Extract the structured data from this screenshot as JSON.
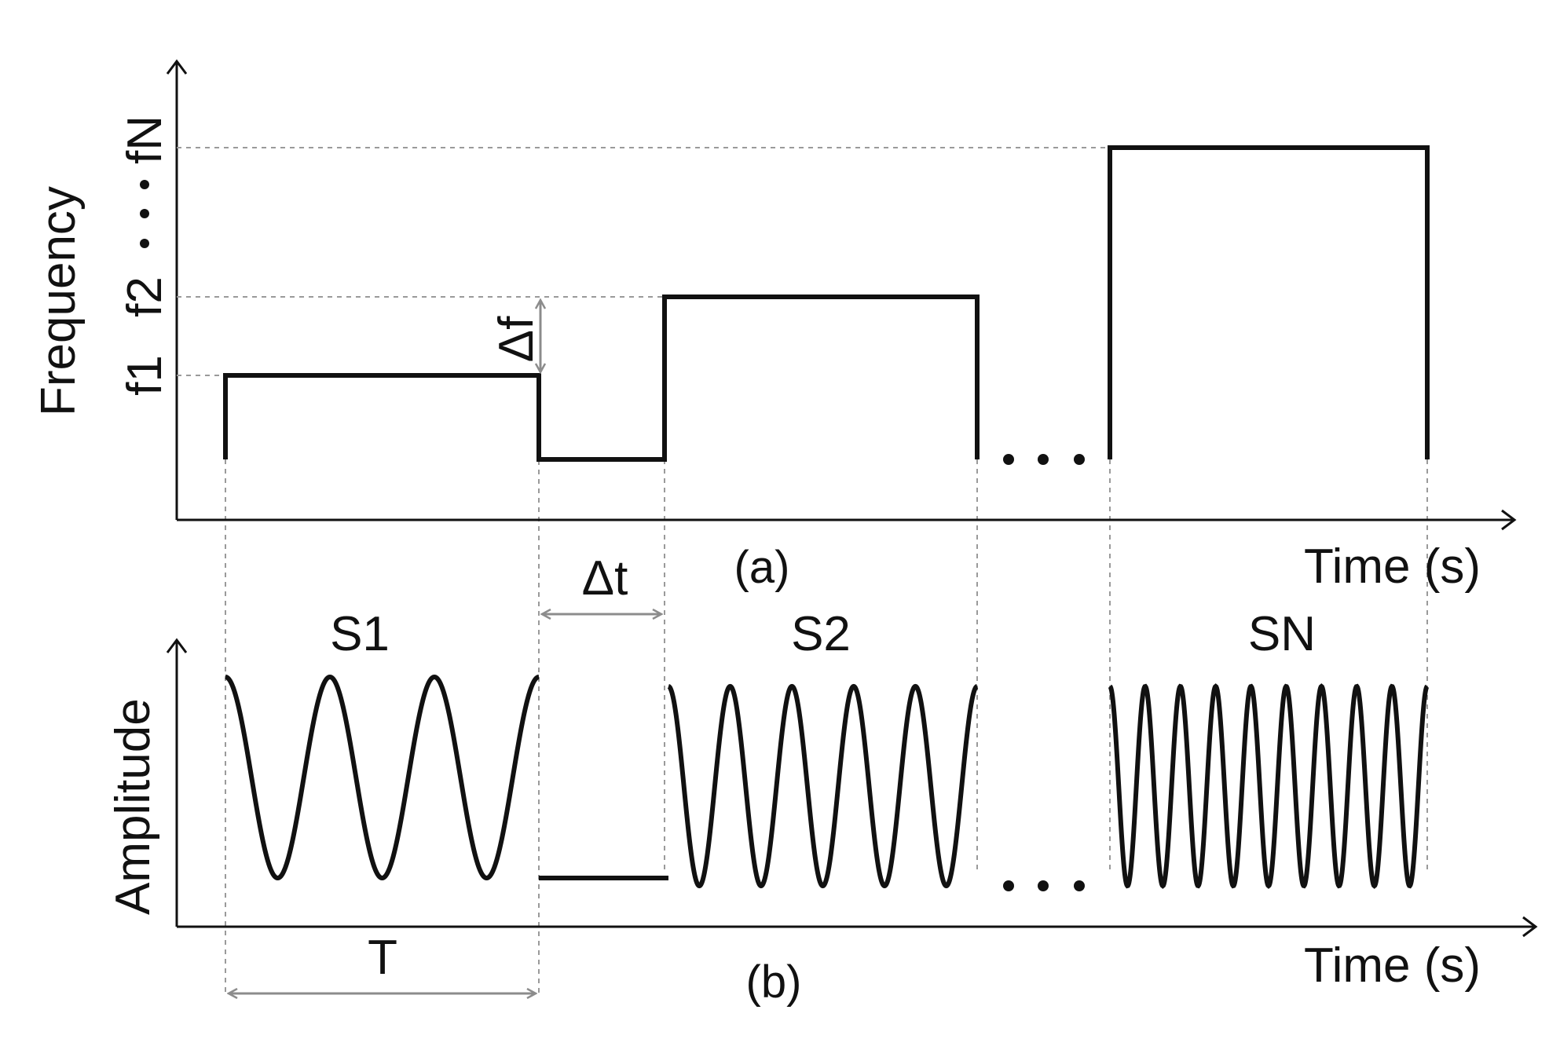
{
  "panel_a": {
    "y_axis_label": "Frequency",
    "x_axis_label": "Time (s)",
    "caption": "(a)",
    "freq_ticks": {
      "f1": "f1",
      "f2": "f2",
      "fN": "fN"
    },
    "delta_f": "Δf"
  },
  "panel_b": {
    "y_axis_label": "Amplitude",
    "x_axis_label": "Time (s)",
    "caption": "(b)",
    "segments": [
      "S1",
      "S2",
      "SN"
    ],
    "delta_t": "Δt",
    "period": "T"
  },
  "colors": {
    "ink": "#111111",
    "guide": "#9a9a9a",
    "measure": "#8c8c8c"
  }
}
